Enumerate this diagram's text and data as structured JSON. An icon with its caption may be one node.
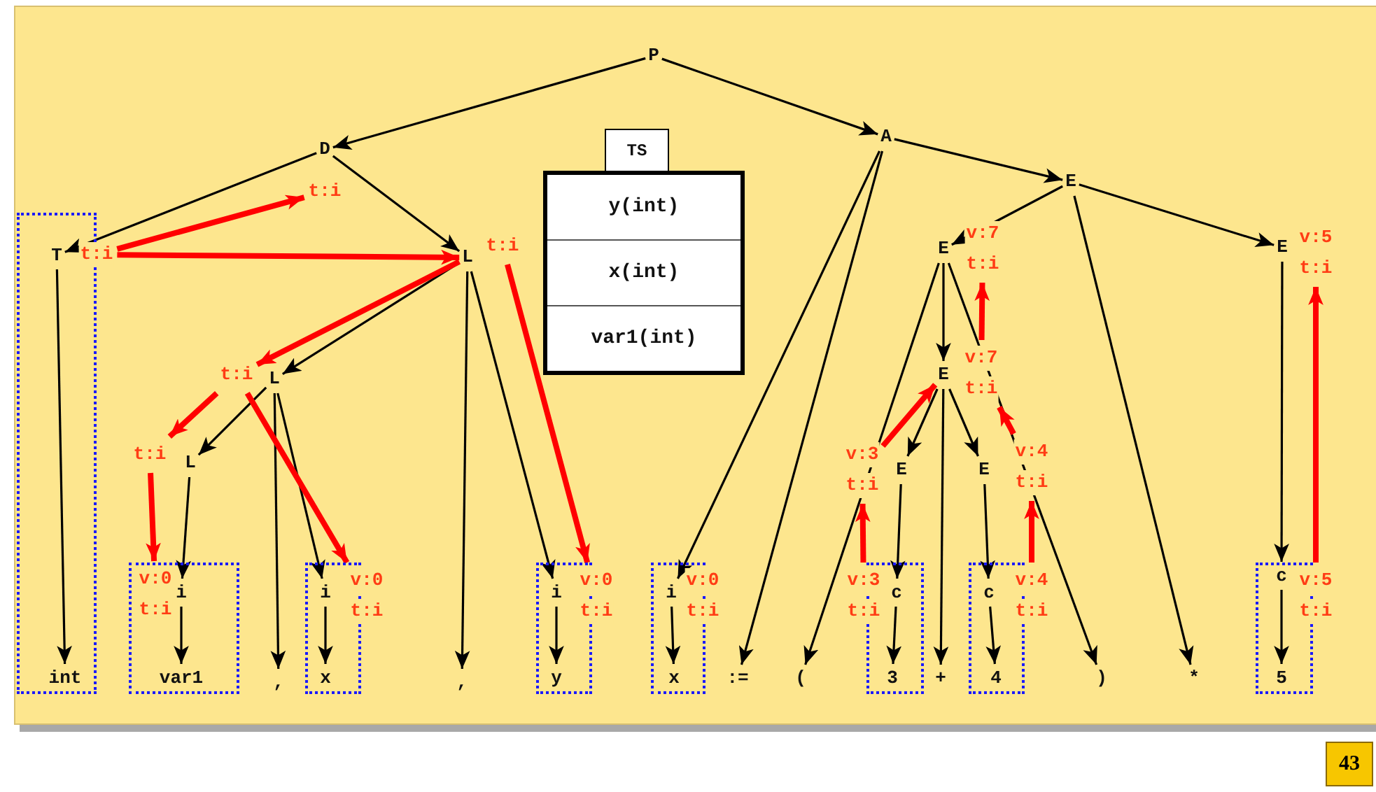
{
  "diagram": {
    "nodes": [
      {
        "text": [
          "P"
        ]
      },
      {
        "text": [
          "D"
        ],
        "beside": [
          "t:i"
        ]
      },
      {
        "text": [
          "A"
        ]
      },
      {
        "text": [
          "TS",
          "y(int)",
          "x(int)",
          "var1(int)"
        ]
      },
      {
        "text": [
          "E"
        ]
      },
      {
        "text": [],
        "shape": "box"
      },
      {
        "text": [
          "T"
        ],
        "in": 5,
        "beside": [
          "t:i"
        ]
      },
      {
        "text": [
          "L"
        ],
        "beside": [
          "t:i"
        ]
      },
      {
        "text": [
          "E"
        ],
        "beside": [
          "v:7",
          "t:i"
        ]
      },
      {
        "text": [
          "E"
        ],
        "beside": [
          "v:5",
          "t:i"
        ]
      },
      {
        "text": [
          "L"
        ],
        "beside": [
          "t:i"
        ]
      },
      {
        "text": [
          "E"
        ],
        "beside": [
          "v:7",
          "t:i"
        ]
      },
      {
        "text": [
          "L"
        ],
        "beside": [
          "t:i"
        ]
      },
      {
        "text": [
          "E"
        ],
        "beside": [
          "v:3",
          "t:i"
        ]
      },
      {
        "text": [
          "E"
        ],
        "beside": [
          "v:4",
          "t:i"
        ]
      },
      {
        "text": [],
        "shape": "box"
      },
      {
        "text": [
          "i"
        ],
        "in": 15,
        "beside": [
          "v:0",
          "t:i"
        ]
      },
      {
        "text": [],
        "shape": "box"
      },
      {
        "text": [
          "i"
        ],
        "in": 17,
        "beside": [
          "v:0",
          "t:i"
        ]
      },
      {
        "text": [],
        "shape": "box"
      },
      {
        "text": [
          "i"
        ],
        "in": 19,
        "beside": [
          "v:0",
          "t:i"
        ]
      },
      {
        "text": [],
        "shape": "box"
      },
      {
        "text": [
          "i"
        ],
        "in": 21,
        "beside": [
          "v:0",
          "t:i"
        ]
      },
      {
        "text": [],
        "shape": "box"
      },
      {
        "text": [
          "c"
        ],
        "in": 23,
        "beside": [
          "v:3",
          "t:i"
        ]
      },
      {
        "text": [],
        "shape": "box"
      },
      {
        "text": [
          "c"
        ],
        "in": 25,
        "beside": [
          "v:4",
          "t:i"
        ]
      },
      {
        "text": [],
        "shape": "box"
      },
      {
        "text": [
          "c"
        ],
        "in": 27,
        "beside": [
          "v:5",
          "t:i"
        ]
      },
      {
        "text": [
          "int"
        ],
        "in": 5
      },
      {
        "text": [
          "var1"
        ],
        "in": 15
      },
      {
        "text": [
          ","
        ]
      },
      {
        "text": [
          "x"
        ],
        "in": 17
      },
      {
        "text": [
          ","
        ]
      },
      {
        "text": [
          "y"
        ],
        "in": 19
      },
      {
        "text": [
          "x"
        ],
        "in": 21
      },
      {
        "text": [
          ":="
        ]
      },
      {
        "text": [
          "("
        ]
      },
      {
        "text": [
          "3"
        ],
        "in": 23
      },
      {
        "text": [
          "+"
        ]
      },
      {
        "text": [
          "4"
        ],
        "in": 25
      },
      {
        "text": [
          ")"
        ]
      },
      {
        "text": [
          "*"
        ]
      },
      {
        "text": [
          "5"
        ],
        "in": 27
      }
    ],
    "edges": [
      {
        "from": 0,
        "to": 1,
        "arrow": "to"
      },
      {
        "from": 0,
        "to": 2,
        "arrow": "to"
      },
      {
        "from": 1,
        "to": 6,
        "arrow": "to"
      },
      {
        "from": 1,
        "to": 7,
        "arrow": "to"
      },
      {
        "from": 6,
        "to": 29,
        "arrow": "to"
      },
      {
        "from": 7,
        "to": 10,
        "arrow": "to"
      },
      {
        "from": 7,
        "to": 33,
        "arrow": "to"
      },
      {
        "from": 7,
        "to": 20,
        "arrow": "to"
      },
      {
        "from": 10,
        "to": 12,
        "arrow": "to"
      },
      {
        "from": 10,
        "to": 31,
        "arrow": "to"
      },
      {
        "from": 10,
        "to": 18,
        "arrow": "to"
      },
      {
        "from": 12,
        "to": 16,
        "arrow": "to"
      },
      {
        "from": 16,
        "to": 30,
        "arrow": "to"
      },
      {
        "from": 18,
        "to": 32,
        "arrow": "to"
      },
      {
        "from": 20,
        "to": 34,
        "arrow": "to"
      },
      {
        "from": 2,
        "to": 22,
        "arrow": "to"
      },
      {
        "from": 2,
        "to": 36,
        "arrow": "to"
      },
      {
        "from": 2,
        "to": 4,
        "arrow": "to"
      },
      {
        "from": 22,
        "to": 35,
        "arrow": "to"
      },
      {
        "from": 4,
        "to": 8,
        "arrow": "to"
      },
      {
        "from": 4,
        "to": 42,
        "arrow": "to"
      },
      {
        "from": 4,
        "to": 9,
        "arrow": "to"
      },
      {
        "from": 8,
        "to": 37,
        "arrow": "to"
      },
      {
        "from": 8,
        "to": 11,
        "arrow": "to"
      },
      {
        "from": 8,
        "to": 41,
        "arrow": "to"
      },
      {
        "from": 11,
        "to": 13,
        "arrow": "to"
      },
      {
        "from": 11,
        "to": 39,
        "arrow": "to"
      },
      {
        "from": 11,
        "to": 14,
        "arrow": "to"
      },
      {
        "from": 13,
        "to": 24,
        "arrow": "to"
      },
      {
        "from": 24,
        "to": 38,
        "arrow": "to"
      },
      {
        "from": 14,
        "to": 26,
        "arrow": "to"
      },
      {
        "from": 26,
        "to": 40,
        "arrow": "to"
      },
      {
        "from": 9,
        "to": 28,
        "arrow": "to"
      },
      {
        "from": 28,
        "to": 43,
        "arrow": "to"
      },
      {
        "from": 6,
        "to": 1,
        "arrow": "to",
        "style": "thick",
        "color": "#ff0000"
      },
      {
        "from": 6,
        "to": 7,
        "arrow": "to",
        "style": "thick",
        "color": "#ff0000"
      },
      {
        "from": 7,
        "to": 10,
        "arrow": "to",
        "style": "thick",
        "color": "#ff0000"
      },
      {
        "from": 7,
        "to": 20,
        "arrow": "to",
        "style": "thick",
        "color": "#ff0000"
      },
      {
        "from": 10,
        "to": 12,
        "arrow": "to",
        "style": "thick",
        "color": "#ff0000"
      },
      {
        "from": 10,
        "to": 18,
        "arrow": "to",
        "style": "thick",
        "color": "#ff0000"
      },
      {
        "from": 12,
        "to": 16,
        "arrow": "to",
        "style": "thick",
        "color": "#ff0000"
      },
      {
        "from": 24,
        "to": 13,
        "arrow": "to",
        "style": "thick",
        "color": "#ff0000"
      },
      {
        "from": 26,
        "to": 14,
        "arrow": "to",
        "style": "thick",
        "color": "#ff0000"
      },
      {
        "from": 13,
        "to": 11,
        "arrow": "to",
        "style": "thick",
        "color": "#ff0000"
      },
      {
        "from": 14,
        "to": 11,
        "arrow": "to",
        "style": "thick",
        "color": "#ff0000"
      },
      {
        "from": 11,
        "to": 8,
        "arrow": "to",
        "style": "thick",
        "color": "#ff0000"
      },
      {
        "from": 28,
        "to": 9,
        "arrow": "to",
        "style": "thick",
        "color": "#ff0000"
      }
    ],
    "labels": [
      "43"
    ]
  }
}
